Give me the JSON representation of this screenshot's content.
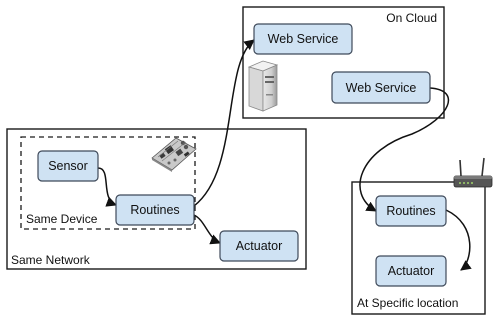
{
  "colors": {
    "node_fill": "#cfe2f3",
    "node_border": "#3f4a5a",
    "line": "#111111"
  },
  "groups": {
    "on_cloud": {
      "label": "On Cloud"
    },
    "same_network": {
      "label": "Same Network"
    },
    "same_device": {
      "label": "Same Device"
    },
    "specific_location": {
      "label": "At Specific location"
    }
  },
  "nodes": {
    "cloud_web_service_1": {
      "label": "Web Service"
    },
    "cloud_web_service_2": {
      "label": "Web Service"
    },
    "sensor": {
      "label": "Sensor"
    },
    "routines_local": {
      "label": "Routines"
    },
    "actuator_local": {
      "label": "Actuator"
    },
    "routines_remote": {
      "label": "Routines"
    },
    "actuator_remote": {
      "label": "Actuator"
    }
  },
  "icons": {
    "server": "server-icon",
    "circuit_board": "circuit-board-icon",
    "router": "router-icon"
  }
}
